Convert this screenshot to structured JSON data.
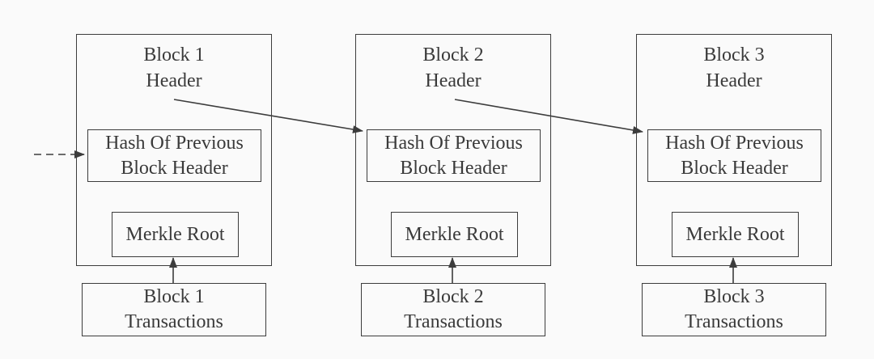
{
  "diagram": {
    "type": "blockchain-structure-diagram",
    "colors": {
      "background": "#fafafa",
      "line": "#3c3c3c",
      "text": "#3a3a3a"
    },
    "blocks": [
      {
        "header": {
          "line1": "Block 1",
          "line2": "Header"
        },
        "hash_box": {
          "line1": "Hash Of Previous",
          "line2": "Block Header"
        },
        "merkle_box": {
          "label": "Merkle Root"
        },
        "transactions_box": {
          "line1": "Block 1",
          "line2": "Transactions"
        }
      },
      {
        "header": {
          "line1": "Block 2",
          "line2": "Header"
        },
        "hash_box": {
          "line1": "Hash Of Previous",
          "line2": "Block Header"
        },
        "merkle_box": {
          "label": "Merkle Root"
        },
        "transactions_box": {
          "line1": "Block 2",
          "line2": "Transactions"
        }
      },
      {
        "header": {
          "line1": "Block 3",
          "line2": "Header"
        },
        "hash_box": {
          "line1": "Hash Of Previous",
          "line2": "Block Header"
        },
        "merkle_box": {
          "label": "Merkle Root"
        },
        "transactions_box": {
          "line1": "Block 3",
          "line2": "Transactions"
        }
      }
    ],
    "connectors": [
      {
        "name": "incoming-previous-hash-dashed-arrow",
        "style": "dashed",
        "from": "off-canvas-left",
        "to": "block-1-hash-box"
      },
      {
        "name": "block1-to-block2-hash-arrow",
        "style": "solid",
        "from": "block-1-header",
        "to": "block-2-hash-box"
      },
      {
        "name": "block2-to-block3-hash-arrow",
        "style": "solid",
        "from": "block-2-header",
        "to": "block-3-hash-box"
      },
      {
        "name": "transactions1-to-merkle1-arrow",
        "style": "solid",
        "from": "block-1-transactions",
        "to": "block-1-merkle-root"
      },
      {
        "name": "transactions2-to-merkle2-arrow",
        "style": "solid",
        "from": "block-2-transactions",
        "to": "block-2-merkle-root"
      },
      {
        "name": "transactions3-to-merkle3-arrow",
        "style": "solid",
        "from": "block-3-transactions",
        "to": "block-3-merkle-root"
      }
    ]
  }
}
